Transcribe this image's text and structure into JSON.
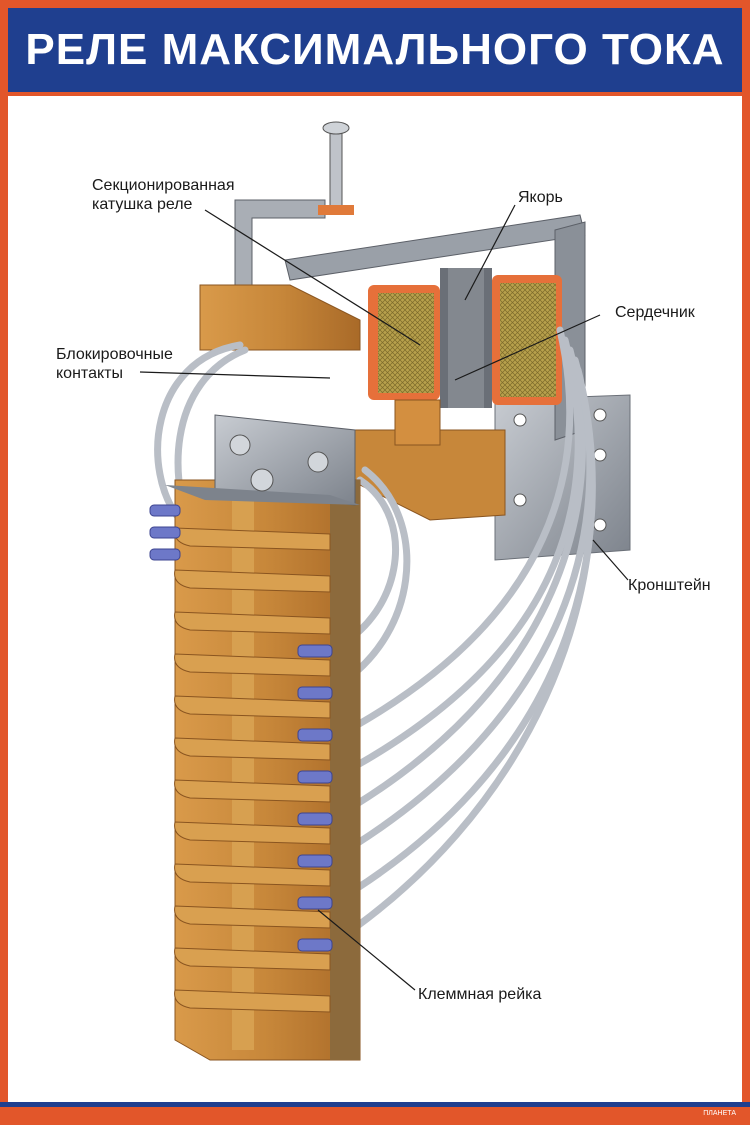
{
  "title": "РЕЛЕ МАКСИМАЛЬНОГО ТОКА",
  "labels": {
    "coil": "Секционированная\nкатушка реле",
    "armature": "Якорь",
    "core": "Сердечник",
    "interlock_contacts": "Блокировочные\nконтакты",
    "bracket": "Кронштейн",
    "terminal_strip": "Клеммная рейка"
  },
  "footer": {
    "logo": "ПЛАНЕТА"
  },
  "colors": {
    "title_bar": "#1f3f8f",
    "accent_frame": "#e2562a",
    "insulator_wood": "#c98a3c",
    "coil_mesh": "#b79c44",
    "metal_frame": "#9aa0a8",
    "cable": "#b9bec6",
    "cable_clamp": "#6d78c8"
  },
  "icons": [
    "relay-illustration"
  ]
}
